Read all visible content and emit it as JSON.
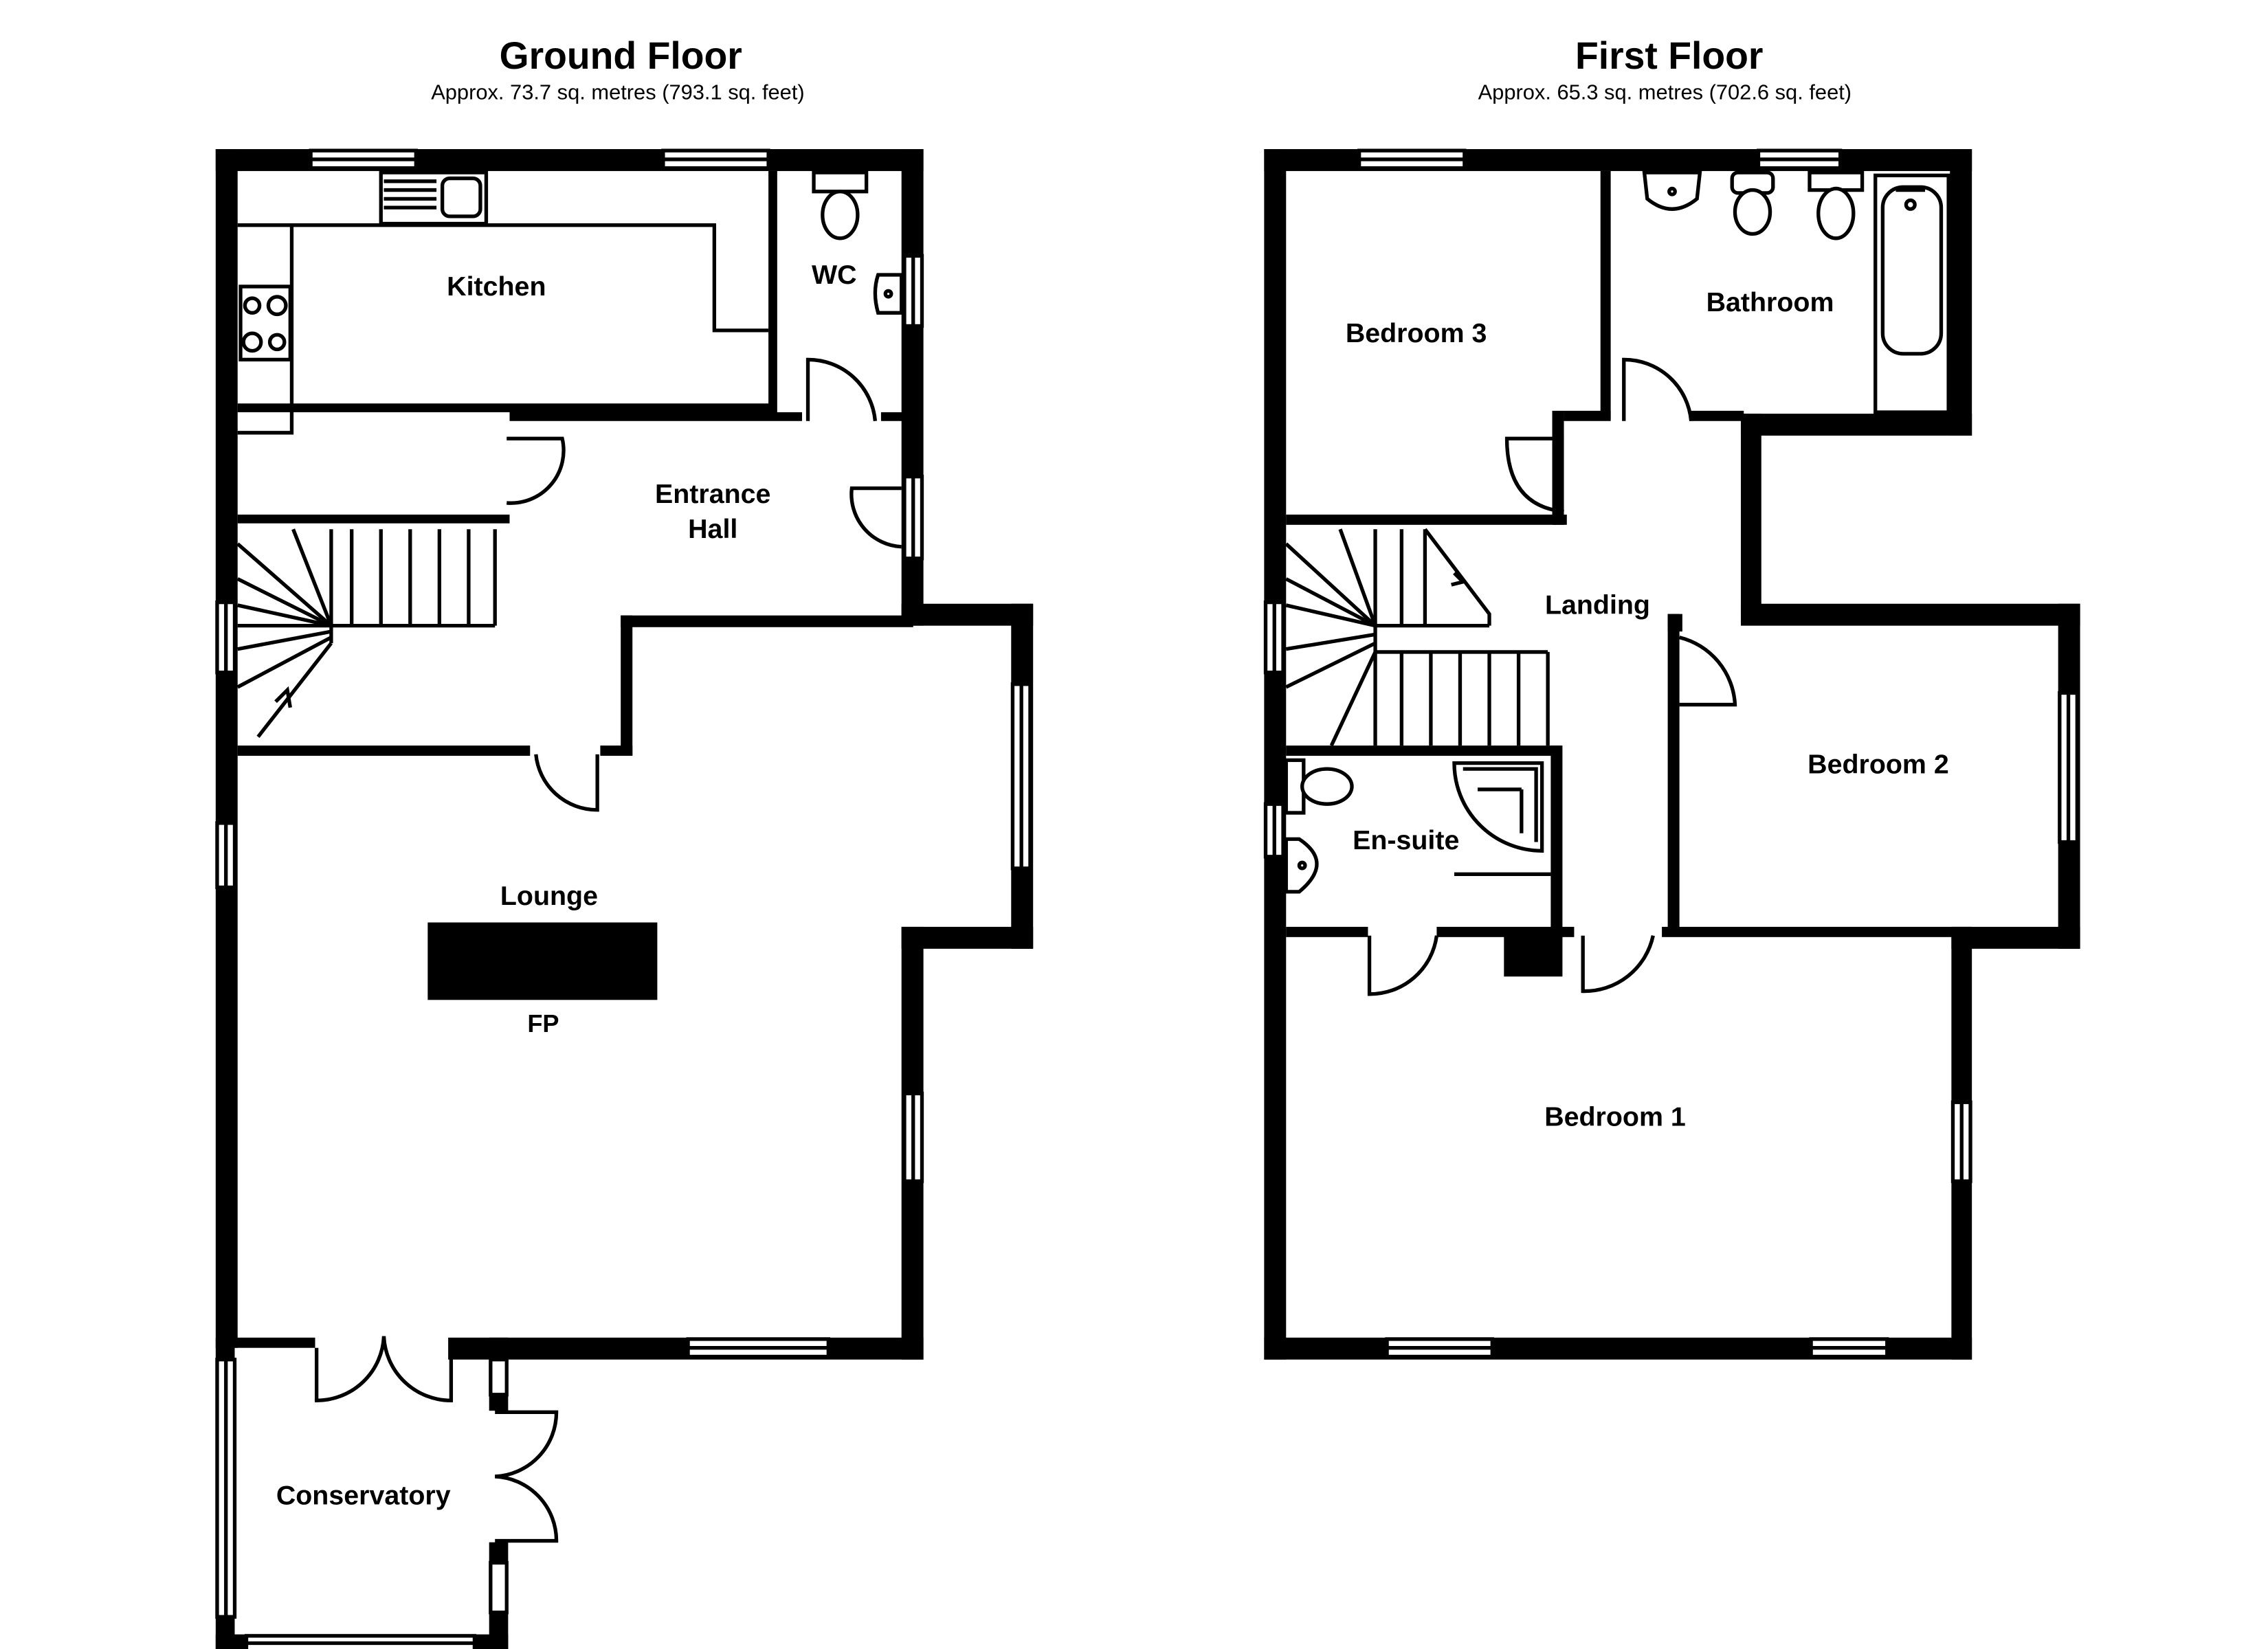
{
  "ground_floor": {
    "title": "Ground Floor",
    "area": "Approx.  73.7 sq. metres (793.1 sq. feet)",
    "rooms": {
      "kitchen": "Kitchen",
      "wc": "WC",
      "entrance_hall_line1": "Entrance",
      "entrance_hall_line2": "Hall",
      "lounge": "Lounge",
      "fireplace": "FP",
      "conservatory": "Conservatory"
    }
  },
  "first_floor": {
    "title": "First Floor",
    "area": "Approx.  65.3 sq. metres (702.6 sq. feet)",
    "rooms": {
      "bedroom3": "Bedroom 3",
      "bathroom": "Bathroom",
      "landing": "Landing",
      "bedroom2": "Bedroom 2",
      "ensuite": "En-suite",
      "bedroom1": "Bedroom 1"
    }
  },
  "colors": {
    "walls": "#000000",
    "background": "#ffffff"
  }
}
